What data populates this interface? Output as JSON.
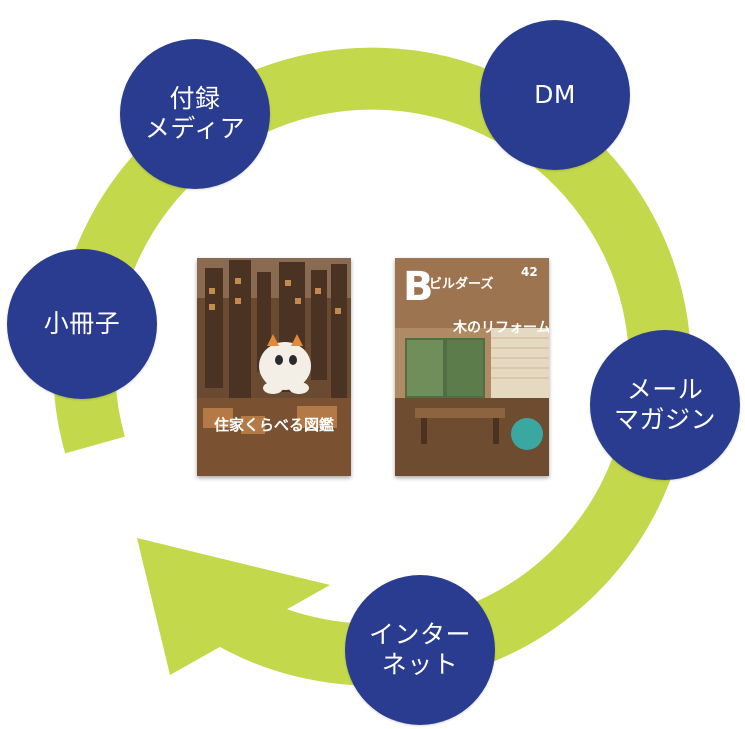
{
  "colors": {
    "arrow": "#c3d84b",
    "node_fill": "#2a3c8f",
    "node_text": "#ffffff"
  },
  "nodes": {
    "furoku": {
      "label": "付録\nメディア"
    },
    "dm": {
      "label": "DM"
    },
    "shosasshi": {
      "label": "小冊子"
    },
    "mail": {
      "label": "メール\nマガジン"
    },
    "internet": {
      "label": "インター\nネット"
    }
  },
  "magazines": {
    "left": {
      "cover_title": "住家くらべる図鑑"
    },
    "right": {
      "logo_letter": "B",
      "brand": "ビルダーズ",
      "issue": "42",
      "headline": "木のリフォーム"
    }
  }
}
